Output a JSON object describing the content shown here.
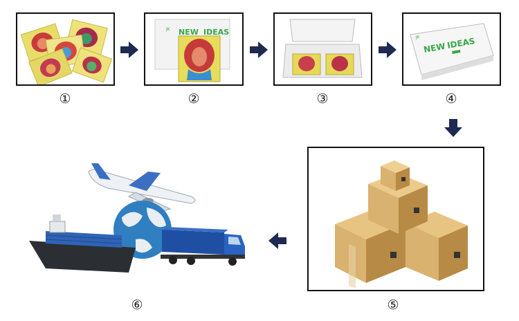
{
  "steps": [
    {
      "label": "①",
      "content": "diamond-painting-canvases-spread"
    },
    {
      "label": "②",
      "content": "canvas-in-new-ideas-box"
    },
    {
      "label": "③",
      "content": "open-box-with-canvases"
    },
    {
      "label": "④",
      "content": "closed-new-ideas-box"
    },
    {
      "label": "⑤",
      "content": "cardboard-boxes-stack"
    },
    {
      "label": "⑥",
      "content": "air-sea-land-shipping"
    }
  ],
  "box_brand": {
    "line1": "NEW",
    "line2": "IDEAS",
    "logo": "JK"
  },
  "colors": {
    "arrow": "#1f2a52",
    "frame": "#111111",
    "brand_green": "#3aa64a",
    "cardboard": "#d9b26f",
    "cardboard_dark": "#b78a45",
    "globe": "#2f7fc1",
    "truck": "#1f4fa3"
  },
  "icons": [
    "arrow-right-icon",
    "arrow-down-icon",
    "arrow-left-icon",
    "airplane-icon",
    "globe-icon",
    "ship-icon",
    "truck-icon"
  ]
}
